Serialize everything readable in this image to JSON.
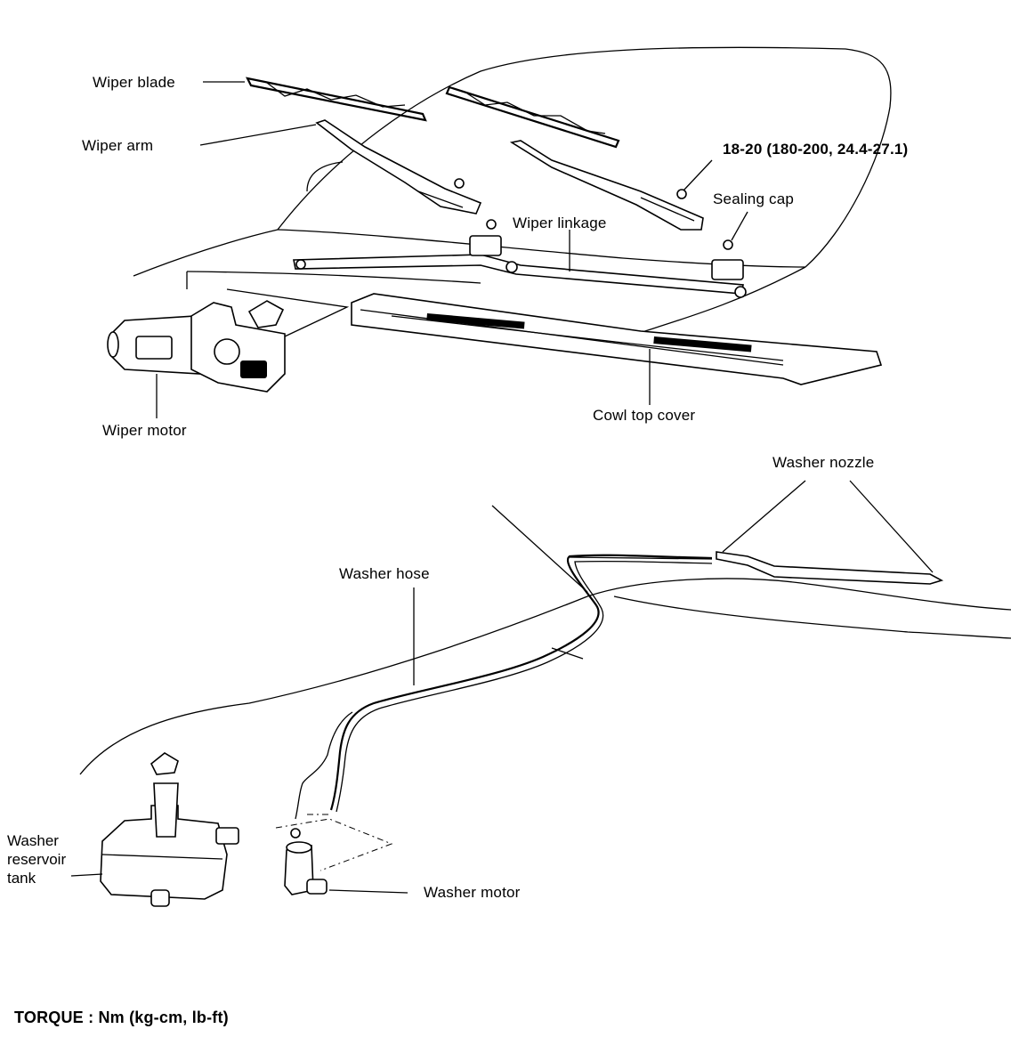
{
  "labels": {
    "wiper_blade": "Wiper blade",
    "wiper_arm": "Wiper arm",
    "torque_spec": "18-20 (180-200, 24.4-27.1)",
    "sealing_cap": "Sealing cap",
    "wiper_linkage": "Wiper linkage",
    "wiper_motor": "Wiper motor",
    "cowl_top_cover": "Cowl top cover",
    "washer_nozzle": "Washer nozzle",
    "washer_hose": "Washer hose",
    "washer_reservoir_tank": [
      "Washer",
      "reservoir",
      "tank"
    ],
    "washer_motor": "Washer motor"
  },
  "footer": {
    "torque_units": "TORQUE : Nm (kg-cm, lb-ft)"
  }
}
